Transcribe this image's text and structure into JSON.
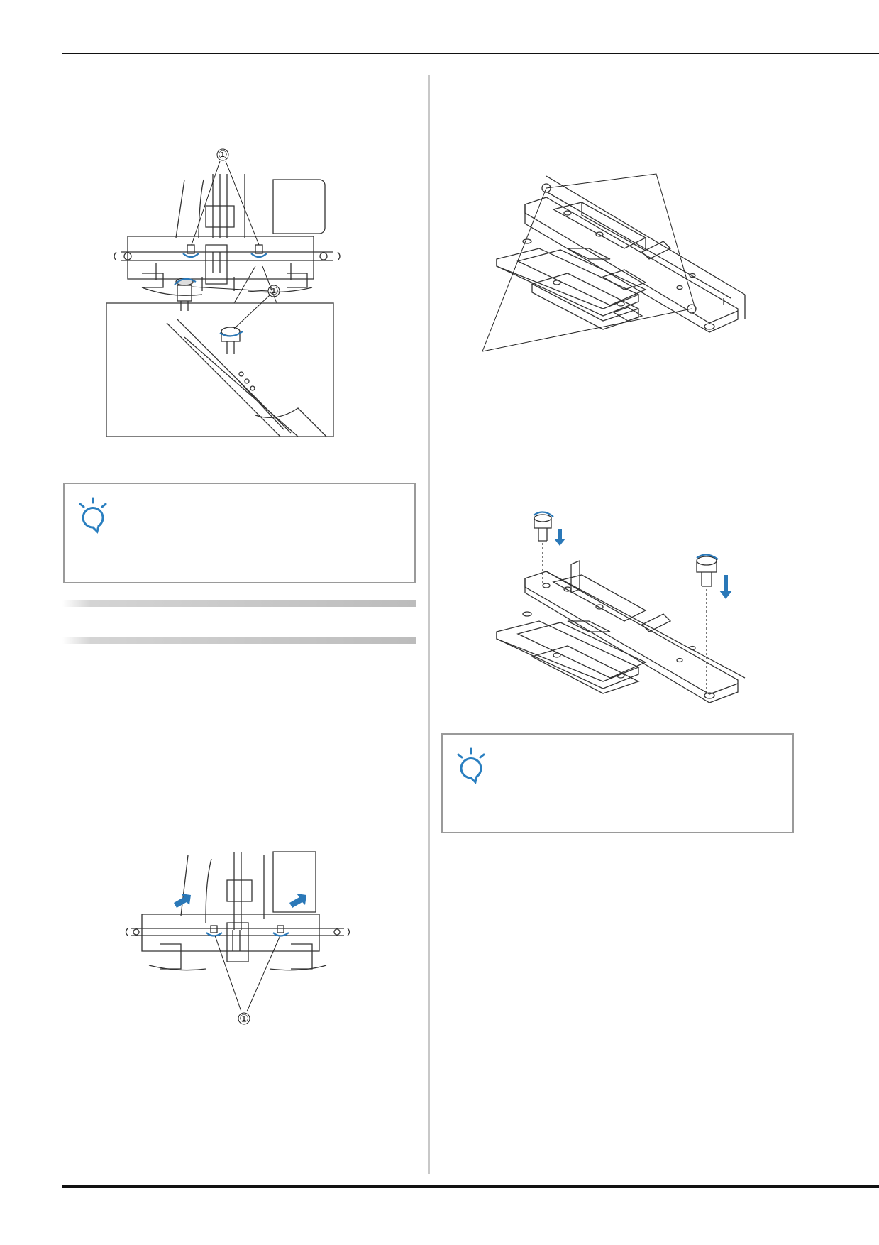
{
  "figures": {
    "fig1": {
      "callout_top": "①",
      "callout_inset": "①"
    },
    "fig2": {},
    "fig3": {},
    "fig4": {
      "callout_bottom": "①"
    }
  },
  "colors": {
    "accent_blue": "#2a78b8",
    "line": "#333333",
    "note_icon": "#2a7fc0",
    "rule": "#111111",
    "divider": "#c8c8c8"
  },
  "icons": {
    "note": "lightbulb-note-icon"
  }
}
